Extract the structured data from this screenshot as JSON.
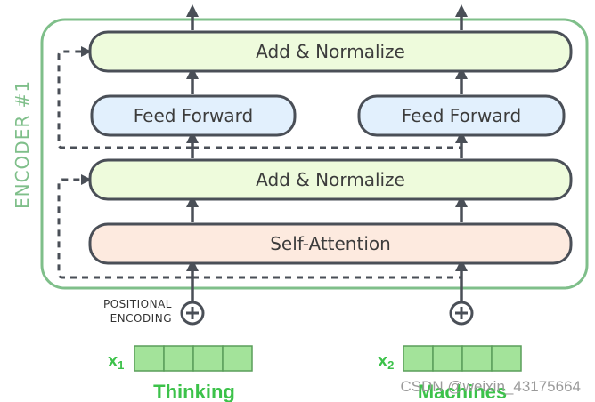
{
  "encoder": {
    "title": "ENCODER #1",
    "add_normalize_top": "Add & Normalize",
    "feed_forward_left": "Feed Forward",
    "feed_forward_right": "Feed Forward",
    "add_normalize_bottom": "Add & Normalize",
    "self_attention": "Self-Attention"
  },
  "positional": {
    "line1": "POSITIONAL",
    "line2": "ENCODING"
  },
  "inputs": [
    {
      "symbol": "x",
      "subscript": "1",
      "word": "Thinking"
    },
    {
      "symbol": "x",
      "subscript": "2",
      "word": "Machines"
    }
  ],
  "watermark": "CSDN @weixin_43175664",
  "colors": {
    "encoder_border": "#7fbf8a",
    "add_normalize_fill": "#eefbdc",
    "feed_forward_fill": "#e2f0fd",
    "self_attention_fill": "#fdeadf",
    "embedding_cell": "#a3e39a",
    "input_text": "#3cc24a",
    "arrow": "#4a4f57"
  }
}
